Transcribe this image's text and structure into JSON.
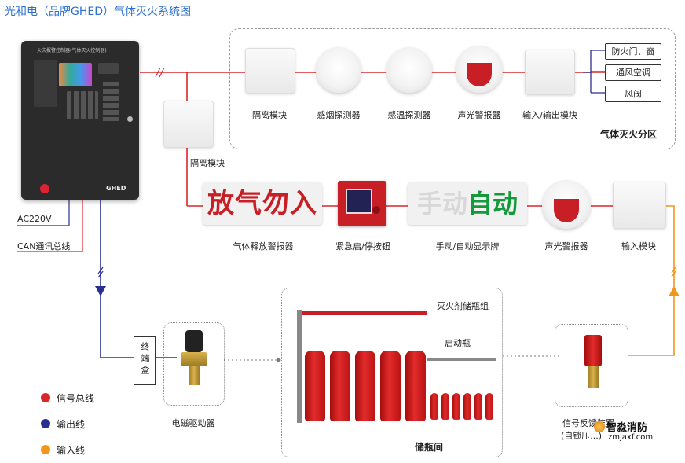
{
  "title": "光和电（品牌GHED）气体灭火系统图",
  "zone_label": "气体灭火分区",
  "controller": {
    "brand": "GHED",
    "header": "火灾报警控制器(气体灭火控制器)"
  },
  "top_devices": [
    "隔离模块",
    "感烟探测器",
    "感温探测器",
    "声光警报器",
    "输入/输出模块"
  ],
  "isolation_module_label": "隔离模块",
  "controlled_items": [
    "防火门、窗",
    "通风空调",
    "风阀"
  ],
  "middle_devices": [
    "气体释放警报器",
    "紧急启/停按钮",
    "手动/自动显示牌",
    "声光警报器",
    "输入模块"
  ],
  "release_sign_text": "放气勿入",
  "mode_sign": {
    "manual": "手动",
    "auto": "自动"
  },
  "power_labels": [
    "AC220V",
    "CAN通讯总线"
  ],
  "terminal_box": "终端盒",
  "solenoid_label": "电磁驱动器",
  "cylinder_group_label": "灭火剂储瓶组",
  "starter_bottle_label": "启动瓶",
  "storage_room_label": "储瓶间",
  "feedback_label": "信号反馈装置",
  "feedback_sub": "(自锁压...)",
  "watermark": {
    "name": "智淼消防",
    "url": "zmjaxf.com"
  },
  "legend": [
    {
      "label": "信号总线",
      "color": "#d9262c"
    },
    {
      "label": "输出线",
      "color": "#2a2f8f"
    },
    {
      "label": "输入线",
      "color": "#f0961e"
    }
  ],
  "colors": {
    "signal": "#d9262c",
    "output": "#2a2f8f",
    "input": "#f0961e",
    "title": "#2a6fd0"
  }
}
